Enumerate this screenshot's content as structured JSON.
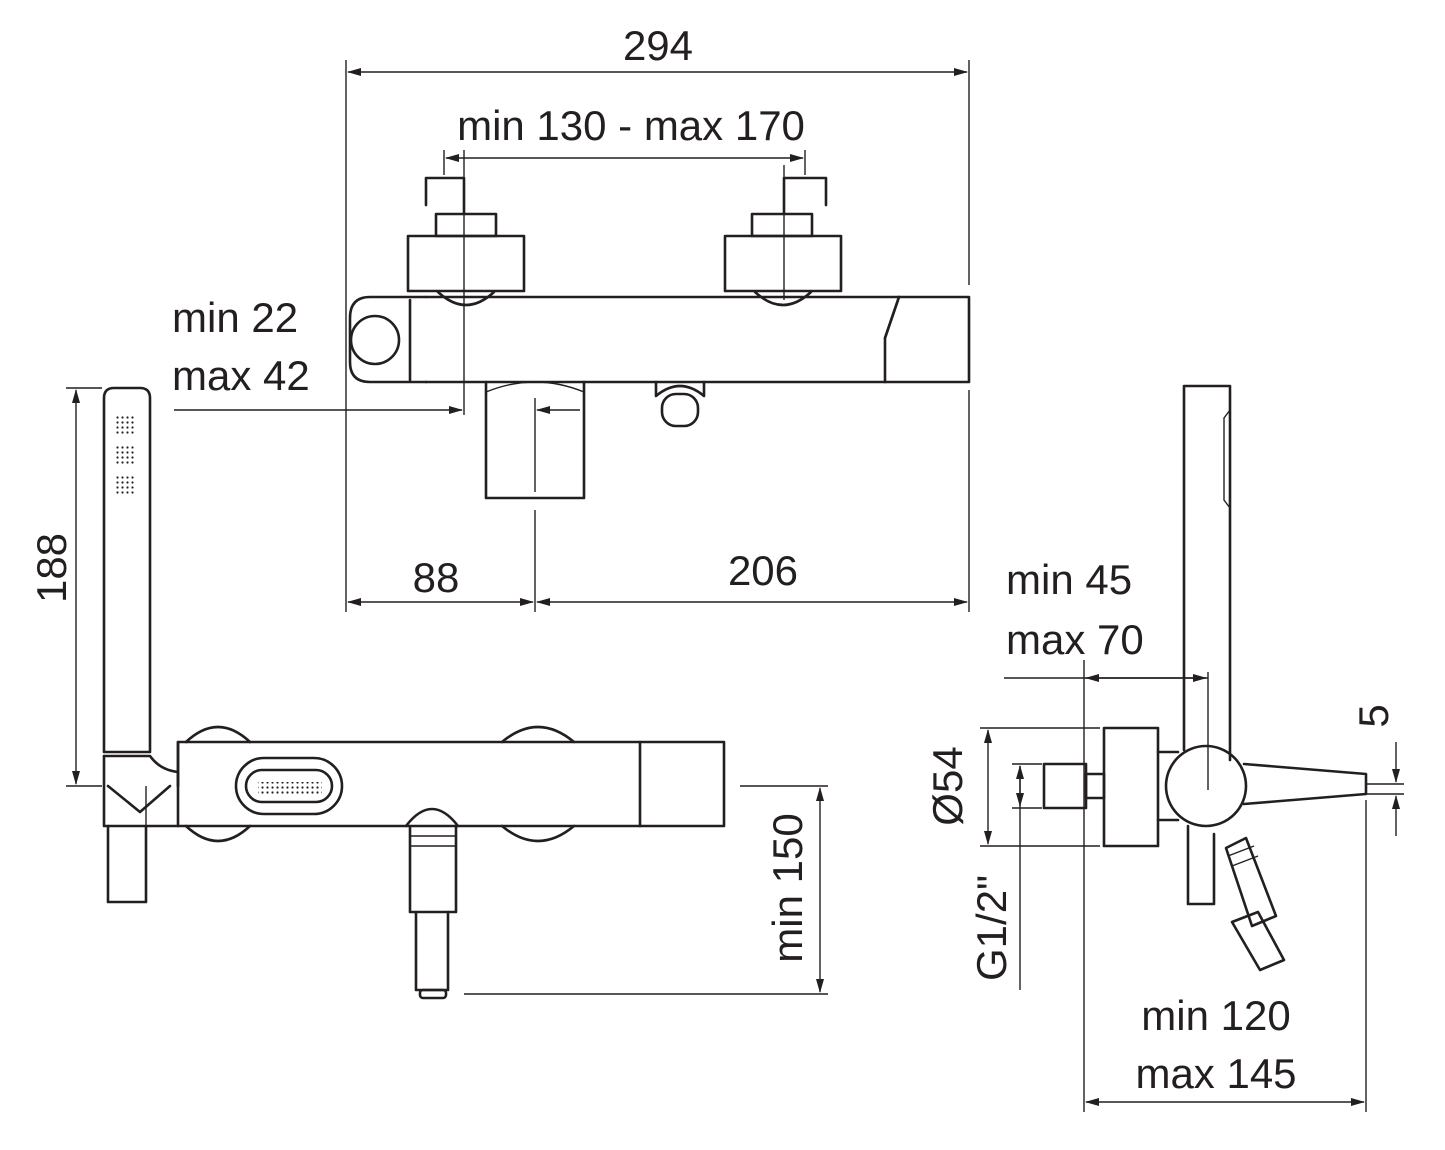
{
  "labels": {
    "top_width": "294",
    "top_spacing": "min 130 - max 170",
    "wall_min": "min 22",
    "wall_max": "max 42",
    "left_offset": "88",
    "right_offset": "206",
    "shower_height": "188",
    "spout_height": "min 150",
    "side_min": "min 45",
    "side_max": "max 70",
    "diameter": "Ø54",
    "thread": "G1/2\"",
    "step": "5",
    "projection_min": "min 120",
    "projection_max": "max 145"
  },
  "colors": {
    "line": "#231f20",
    "background": "#ffffff"
  }
}
